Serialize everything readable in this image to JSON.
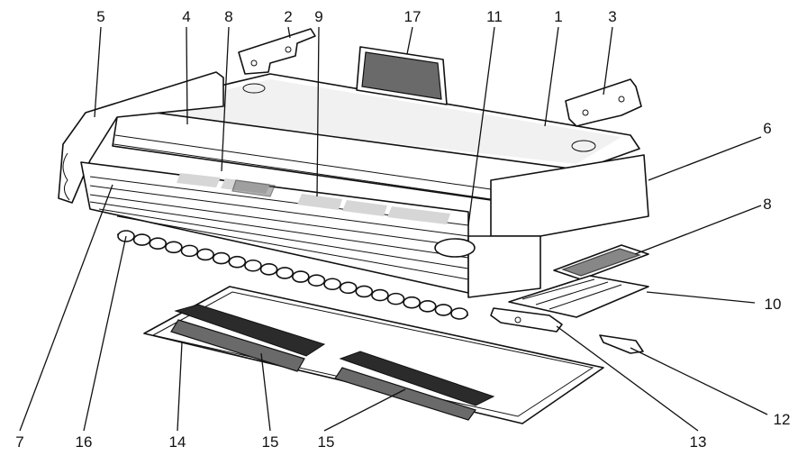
{
  "diagram": {
    "callouts": [
      {
        "id": "c1",
        "text": "1"
      },
      {
        "id": "c2",
        "text": "2"
      },
      {
        "id": "c3",
        "text": "3"
      },
      {
        "id": "c4",
        "text": "4"
      },
      {
        "id": "c5",
        "text": "5"
      },
      {
        "id": "c6",
        "text": "6"
      },
      {
        "id": "c7",
        "text": "7"
      },
      {
        "id": "c8a",
        "text": "8"
      },
      {
        "id": "c8b",
        "text": "8"
      },
      {
        "id": "c9",
        "text": "9"
      },
      {
        "id": "c10",
        "text": "10"
      },
      {
        "id": "c11",
        "text": "11"
      },
      {
        "id": "c12",
        "text": "12"
      },
      {
        "id": "c13",
        "text": "13"
      },
      {
        "id": "c14",
        "text": "14"
      },
      {
        "id": "c15a",
        "text": "15"
      },
      {
        "id": "c15b",
        "text": "15"
      },
      {
        "id": "c16",
        "text": "16"
      },
      {
        "id": "c17",
        "text": "17"
      }
    ]
  }
}
